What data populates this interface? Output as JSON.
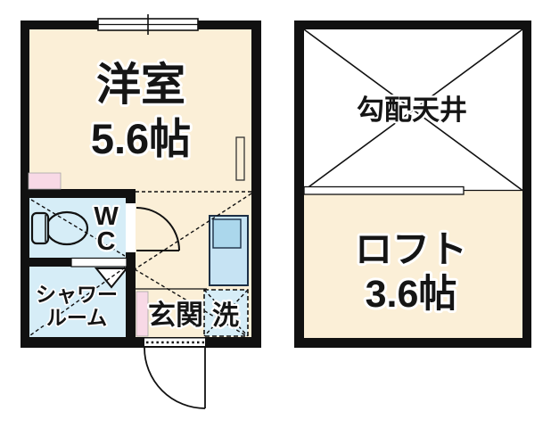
{
  "left_panel": {
    "room_label": "洋室",
    "room_size": "5.6帖",
    "wc_line1": "W",
    "wc_line2": "C",
    "shower_line1": "シャワー",
    "shower_line2": "ルーム",
    "entrance_label": "玄関",
    "laundry_label": "洗"
  },
  "right_panel": {
    "ceiling_label": "勾配天井",
    "loft_label": "ロフト",
    "loft_size": "3.6帖"
  },
  "colors": {
    "wall": "#111111",
    "room_cream": "#FBEFD7",
    "wet_blue": "#D6EDF7",
    "unit_blue": "#C6E3F3",
    "unit_blue_dark": "#ABD7EC",
    "unit_outline": "#1C2F45",
    "pink": "#F8D9E6",
    "white": "#FFFFFF"
  }
}
